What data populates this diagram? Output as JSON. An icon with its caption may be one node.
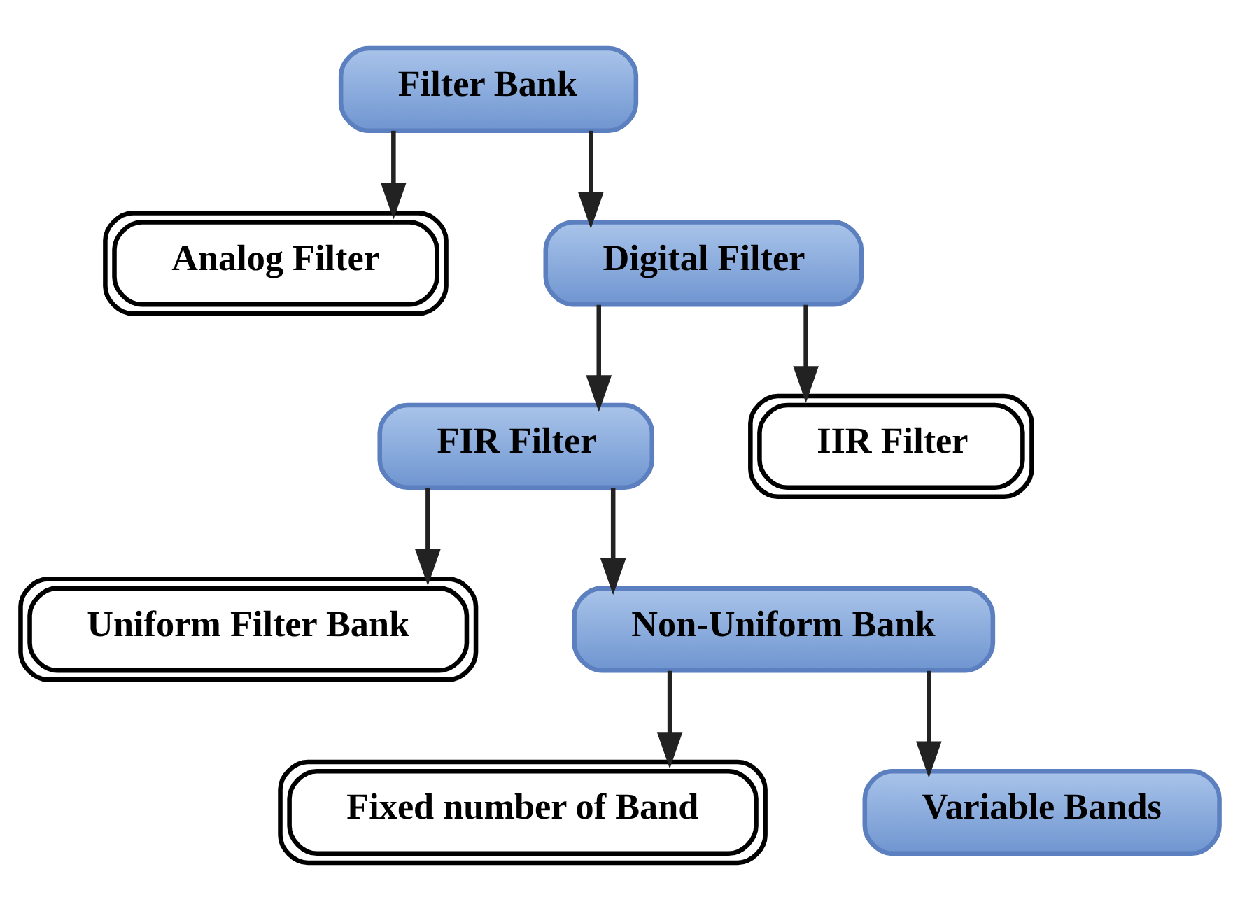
{
  "diagram": {
    "nodes": [
      {
        "text": [
          "Filter Bank"
        ]
      },
      {
        "text": [
          "Analog Filter"
        ]
      },
      {
        "text": [
          "Digital Filter"
        ]
      },
      {
        "text": [
          "FIR Filter"
        ]
      },
      {
        "text": [
          "IIR Filter"
        ]
      },
      {
        "text": [
          "Uniform Filter Bank"
        ]
      },
      {
        "text": [
          "Non-Uniform Bank"
        ]
      },
      {
        "text": [
          "Fixed number of Band"
        ]
      },
      {
        "text": [
          "Variable Bands"
        ]
      }
    ],
    "edges": [
      {
        "from": 0,
        "to": 1,
        "arrow": "to"
      },
      {
        "from": 0,
        "to": 2,
        "arrow": "to"
      },
      {
        "from": 2,
        "to": 3,
        "arrow": "to"
      },
      {
        "from": 2,
        "to": 4,
        "arrow": "to"
      },
      {
        "from": 3,
        "to": 5,
        "arrow": "to"
      },
      {
        "from": 3,
        "to": 6,
        "arrow": "to"
      },
      {
        "from": 6,
        "to": 7,
        "arrow": "to"
      },
      {
        "from": 6,
        "to": 8,
        "arrow": "to"
      }
    ]
  }
}
